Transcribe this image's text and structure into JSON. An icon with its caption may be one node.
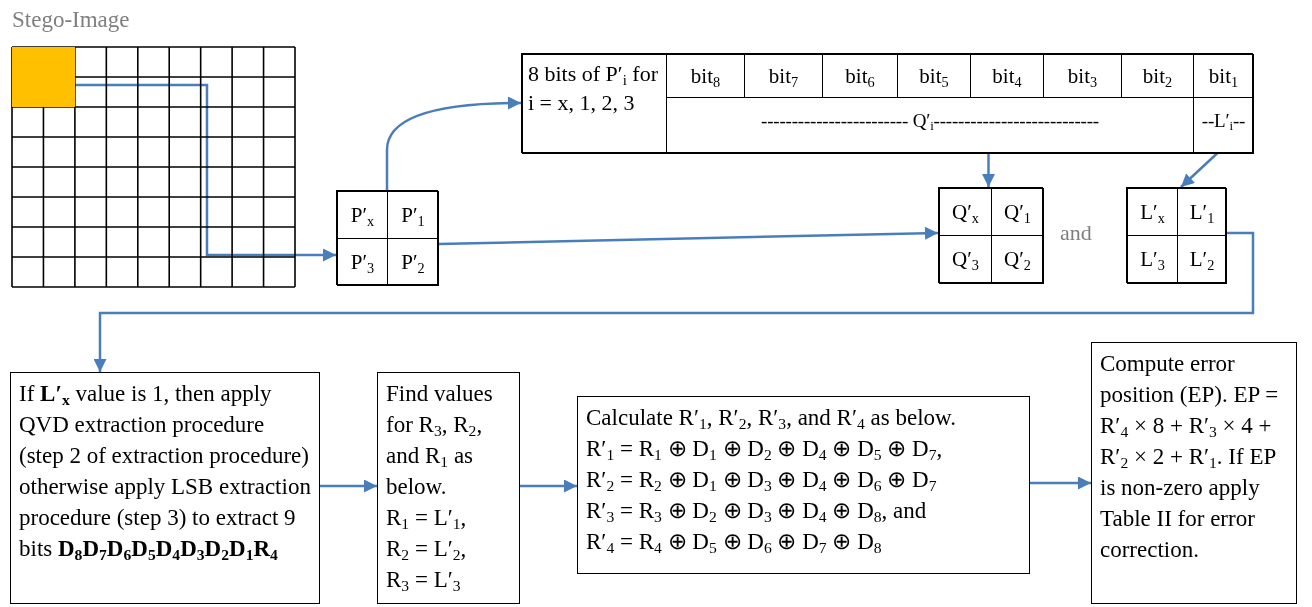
{
  "diagram": {
    "nodes": [
      {
        "text": [
          "Stego-Image"
        ]
      },
      {
        "text": [],
        "shape": "box",
        "in": 0
      },
      {
        "text": [],
        "shape": "box"
      },
      {
        "text": [
          "P′$_{x}$"
        ],
        "in": 2
      },
      {
        "text": [
          "P′$_{1}$"
        ],
        "in": 2
      },
      {
        "text": [
          "P′$_{3}$"
        ],
        "in": 2
      },
      {
        "text": [
          "P′$_{2}$"
        ],
        "in": 2
      },
      {
        "text": [],
        "shape": "box"
      },
      {
        "text": [
          "8 bits of P′$_{i}$ for i = x, 1, 2, 3"
        ],
        "in": 7
      },
      {
        "text": [
          "bit$_{8}$"
        ],
        "in": 7
      },
      {
        "text": [
          "bit$_{7}$"
        ],
        "in": 7
      },
      {
        "text": [
          "bit$_{6}$"
        ],
        "in": 7
      },
      {
        "text": [
          "bit$_{5}$"
        ],
        "in": 7
      },
      {
        "text": [
          "bit$_{4}$"
        ],
        "in": 7
      },
      {
        "text": [
          "bit$_{3}$"
        ],
        "in": 7
      },
      {
        "text": [
          "bit$_{2}$"
        ],
        "in": 7
      },
      {
        "text": [
          "bit$_{1}$"
        ],
        "in": 7
      },
      {
        "text": [
          "------------------------ Q′$_{i}$---------------------------"
        ],
        "in": 7
      },
      {
        "text": [
          "--L′$_{i}$--"
        ],
        "in": 7
      },
      {
        "text": [],
        "shape": "box"
      },
      {
        "text": [
          "Q′$_{x}$"
        ],
        "in": 19
      },
      {
        "text": [
          "Q′$_{1}$"
        ],
        "in": 19
      },
      {
        "text": [
          "Q′$_{3}$"
        ],
        "in": 19
      },
      {
        "text": [
          "Q′$_{2}$"
        ],
        "in": 19
      },
      {
        "text": [],
        "shape": "box"
      },
      {
        "text": [
          "L′$_{x}$"
        ],
        "in": 24
      },
      {
        "text": [
          "L′$_{1}$"
        ],
        "in": 24
      },
      {
        "text": [
          "L′$_{3}$"
        ],
        "in": 24
      },
      {
        "text": [
          "L′$_{2}$"
        ],
        "in": 24
      },
      {
        "text": [
          "If **L′$_{x}$** value is 1, then apply QVD extraction procedure (step 2 of extraction procedure) otherwise apply LSB extraction procedure (step 3) to extract 9 bits **D$_{8}$D$_{7}$D$_{6}$D$_{5}$D$_{4}$D$_{3}$D$_{2}$D$_{1}$R$_{4}$**"
        ]
      },
      {
        "text": [
          "Find values for R$_{3}$, R$_{2}$, and R$_{1}$ as below.",
          "R$_{1}$ = L′$_{1}$,",
          "R$_{2}$ = L′$_{2}$,",
          "R$_{3}$ = L′$_{3}$"
        ]
      },
      {
        "text": [
          "Calculate R′$_{1}$, R′$_{2}$, R′$_{3}$, and R′$_{4}$ as below.",
          "R′$_{1}$ = R$_{1}$ ⊕ D$_{1}$ ⊕ D$_{2}$ ⊕ D$_{4}$ ⊕ D$_{5}$ ⊕ D$_{7}$,",
          "R′$_{2}$ = R$_{2}$ ⊕ D$_{1}$ ⊕ D$_{3}$ ⊕ D$_{4}$ ⊕ D$_{6}$ ⊕ D$_{7}$",
          "R′$_{3}$ = R$_{3}$ ⊕ D$_{2}$ ⊕ D$_{3}$ ⊕ D$_{4}$ ⊕ D$_{8}$, and",
          "R′$_{4}$ = R$_{4}$ ⊕ D$_{5}$ ⊕ D$_{6}$ ⊕ D$_{7}$ ⊕ D$_{8}$"
        ]
      },
      {
        "text": [
          "Compute error position (EP). EP = R′$_{4}$ × 8 + R′$_{3}$ × 4 + R′$_{2}$ × 2 + R′$_{1}$. If EP is non-zero apply Table II for error correction."
        ]
      }
    ],
    "edges": [
      {
        "from": 1,
        "to": 2,
        "arrow": "to"
      },
      {
        "from": 2,
        "to": 8,
        "arrow": "to"
      },
      {
        "from": 2,
        "to": 19,
        "arrow": "to"
      },
      {
        "from": 17,
        "to": 19,
        "arrow": "to"
      },
      {
        "from": 18,
        "to": 24,
        "arrow": "to"
      },
      {
        "from": 24,
        "to": 29,
        "arrow": "to"
      },
      {
        "from": 29,
        "to": 30,
        "arrow": "to"
      },
      {
        "from": 30,
        "to": 31,
        "arrow": "to"
      },
      {
        "from": 31,
        "to": 32,
        "arrow": "to"
      }
    ],
    "labels": [
      "and"
    ]
  }
}
